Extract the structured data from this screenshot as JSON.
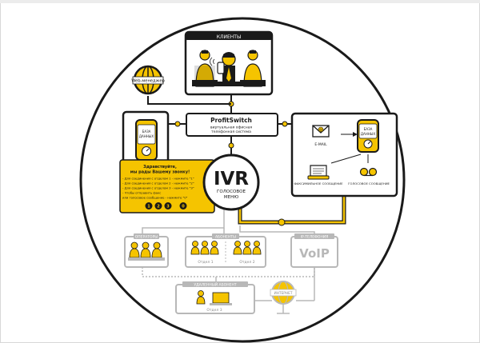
{
  "colors": {
    "accent": "#f5c400",
    "dark": "#1a1a1a",
    "muted": "#b8b8b8",
    "muted_text": "#8a8a8a",
    "panel": "#ffffff"
  },
  "icons": [
    "globe-icon",
    "database-icon",
    "gauge-icon",
    "envelope-icon",
    "scroll-icon",
    "cassette-icon",
    "person-icon",
    "computer-icon",
    "headset-icon"
  ],
  "clients": {
    "label": "КЛИЕНТЫ"
  },
  "web_manager": {
    "label": "Web-менеджер"
  },
  "profitswitch": {
    "title": "ProfitSwitch",
    "subtitle_line1": "виртуальная офисная",
    "subtitle_line2": "телефонная система"
  },
  "database_left": {
    "label_line1": "БАЗА",
    "label_line2": "ДАННЫХ"
  },
  "database_right": {
    "label_line1": "БАЗА",
    "label_line2": "ДАННЫХ"
  },
  "features": {
    "email": "E-MAIL",
    "fax": "ФАКСИМИЛЬНОЕ СООБЩЕНИЕ",
    "voice": "ГОЛОСОВОЕ СООБЩЕНИЕ"
  },
  "ivr": {
    "title": "IVR",
    "subtitle_line1": "ГОЛОСОВОЕ",
    "subtitle_line2": "МЕНЮ",
    "greeting_line1": "Здравствуйте,",
    "greeting_line2": "мы рады Вашему звонку!",
    "option1": "- Для соединения с отделом 1 - нажмите \"1\"",
    "option2": "- Для соединения с отделом 2 - нажмите \"2\"",
    "option3": "- Для соединения с отделом 3 - нажмите \"3\"",
    "option4": "- Чтобы отправить факс",
    "option5": "или голосовое сообщение - нажмите \"0\"",
    "keys": [
      "1",
      "2",
      "3",
      "0"
    ]
  },
  "operators": {
    "label": "ОПЕРАТОРЫ"
  },
  "subscribers": {
    "label": "АБОНЕНТЫ",
    "dept1": "Отдел 1",
    "dept2": "Отдел 2"
  },
  "ip_telephony": {
    "label": "IP-ТЕЛЕФОНИЯ",
    "voip": "VoIP"
  },
  "remote": {
    "label": "УДАЛЕННЫЙ АБОНЕНТ",
    "dept3": "Отдел 3"
  },
  "internet": {
    "label": "ИНТЕРНЕТ"
  }
}
